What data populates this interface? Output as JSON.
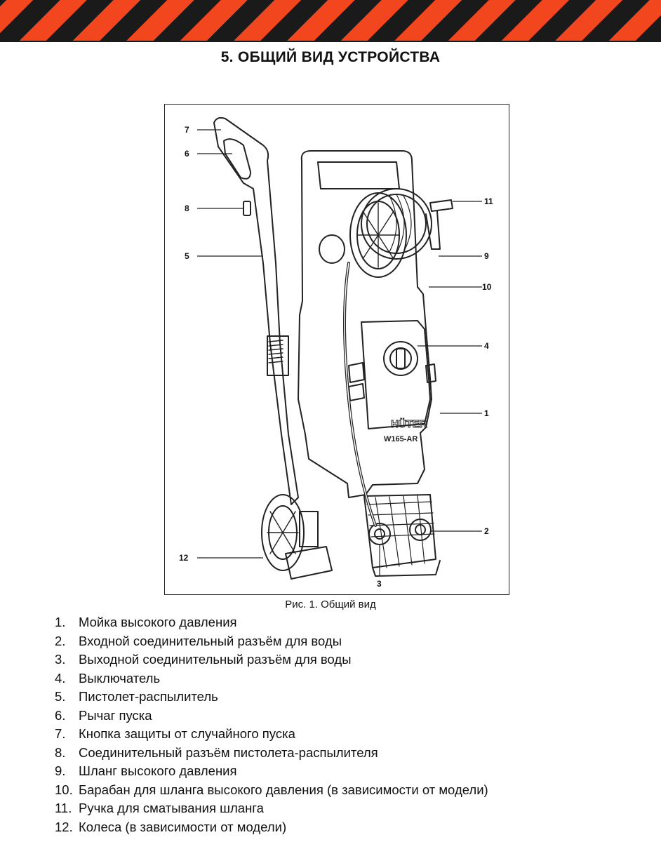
{
  "header": {
    "title": "5. ОБЩИЙ ВИД УСТРОЙСТВА"
  },
  "figure": {
    "caption": "Рис. 1. Общий вид",
    "brand_label": "HÜTER",
    "model_label": "W165-AR",
    "callouts": [
      "1",
      "2",
      "3",
      "4",
      "5",
      "6",
      "7",
      "8",
      "9",
      "10",
      "11",
      "12"
    ]
  },
  "parts": [
    {
      "num": "1.",
      "text": "Мойка высокого давления"
    },
    {
      "num": "2.",
      "text": "Входной соединительный разъём для воды"
    },
    {
      "num": "3.",
      "text": "Выходной соединительный разъём для воды"
    },
    {
      "num": "4.",
      "text": "Выключатель"
    },
    {
      "num": "5.",
      "text": "Пистолет-распылитель"
    },
    {
      "num": "6.",
      "text": "Рычаг пуска"
    },
    {
      "num": "7.",
      "text": "Кнопка защиты от случайного пуска"
    },
    {
      "num": "8.",
      "text": "Соединительный разъём пистолета-распылителя"
    },
    {
      "num": "9.",
      "text": "Шланг высокого давления"
    },
    {
      "num": "10.",
      "text": "Барабан для шланга высокого давления (в зависимости от модели)"
    },
    {
      "num": "11.",
      "text": "Ручка для сматывания шланга"
    },
    {
      "num": "12.",
      "text": "Колеса (в зависимости от модели)"
    }
  ],
  "colors": {
    "stripe_orange": "#f2461f",
    "stripe_black": "#1a1a1a",
    "line": "#222222"
  }
}
